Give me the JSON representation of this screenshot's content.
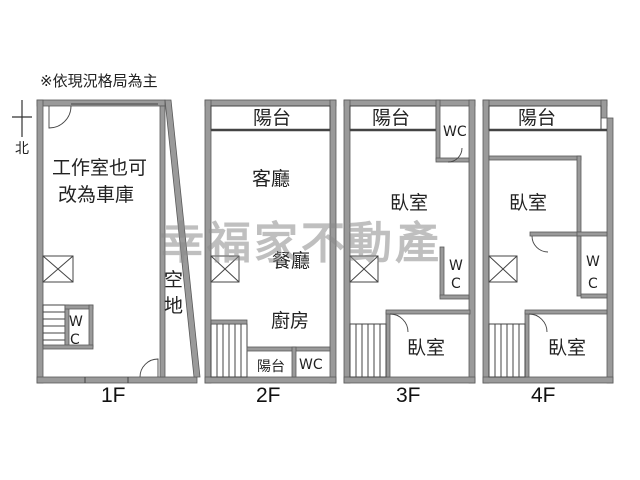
{
  "note": "※依現況格局為主",
  "compass": "北",
  "watermark": "幸福家不動產",
  "floors": [
    {
      "label": "1F",
      "rooms": [
        "工作室也可",
        "改為車庫",
        "空",
        "地",
        "W",
        "C"
      ]
    },
    {
      "label": "2F",
      "rooms": [
        "陽台",
        "客廳",
        "餐廳",
        "廚房",
        "陽台",
        "WC"
      ]
    },
    {
      "label": "3F",
      "rooms": [
        "陽台",
        "WC",
        "臥室",
        "W",
        "C",
        "臥室"
      ]
    },
    {
      "label": "4F",
      "rooms": [
        "陽台",
        "臥室",
        "W",
        "C",
        "臥室"
      ]
    }
  ]
}
